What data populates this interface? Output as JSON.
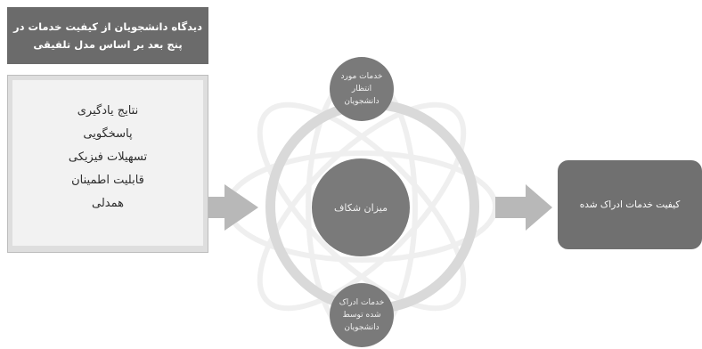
{
  "title": {
    "line1": "دیدگاه دانشجویان از کیفیت خدمات در",
    "line2": "پنج بعد بر اساس مدل تلفیقی"
  },
  "dimensions": [
    "نتایج یادگیری",
    "پاسخگویی",
    "تسهیلات فیزیکی",
    "قابلیت اطمینان",
    "همدلی"
  ],
  "circles": {
    "expected": {
      "line1": "خدمات مورد",
      "line2": "انتظار دانشجویان"
    },
    "gap": "میزان شکاف",
    "perceived": {
      "line1": "خدمات ادراک",
      "line2": "شده توسط",
      "line3": "دانشجویان"
    }
  },
  "result": "کیفیت خدمات ادراک شده",
  "colors": {
    "dark_gray": "#6b6b6b",
    "circle_gray": "#7a7a7a",
    "ring_light": "#d9d9d9",
    "arrow_gray": "#b8b8b8"
  }
}
